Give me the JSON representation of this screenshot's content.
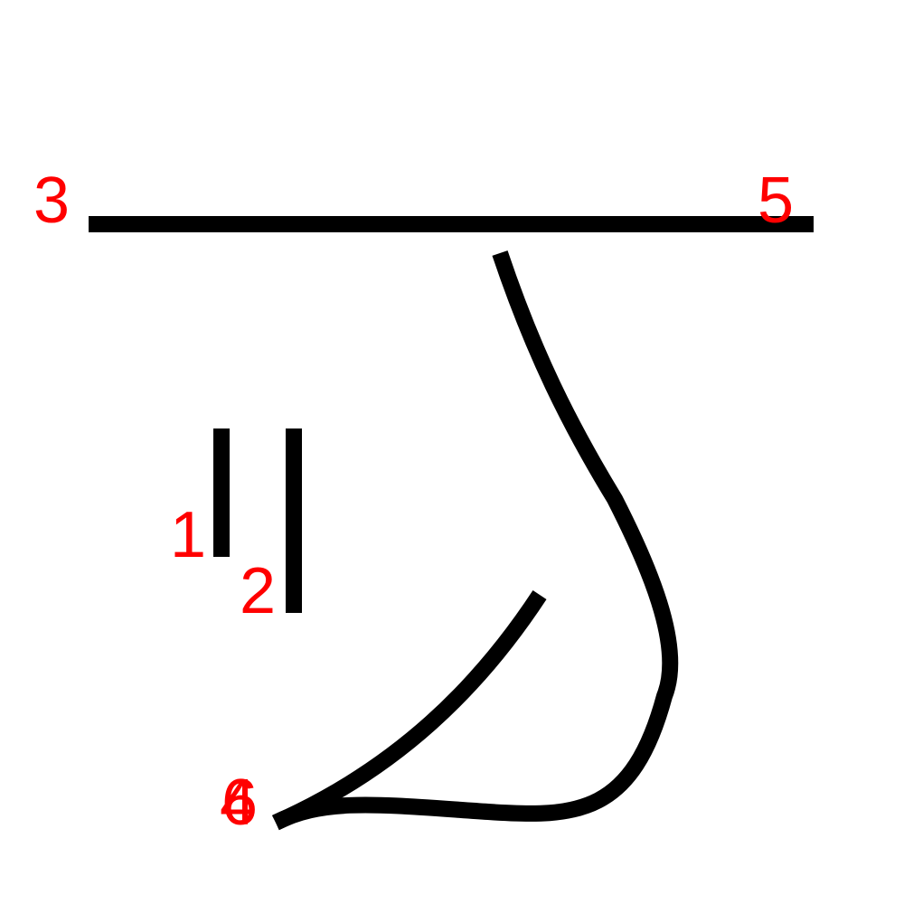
{
  "colors": {
    "stroke": "#000000",
    "label": "#ff0000",
    "background": "#ffffff"
  },
  "strokes": [
    {
      "id": "stroke-1",
      "label": "1"
    },
    {
      "id": "stroke-2",
      "label": "2"
    },
    {
      "id": "stroke-3",
      "label": "3"
    },
    {
      "id": "stroke-4",
      "label": "4"
    },
    {
      "id": "stroke-5",
      "label": "5"
    },
    {
      "id": "stroke-6",
      "label": "6"
    }
  ]
}
